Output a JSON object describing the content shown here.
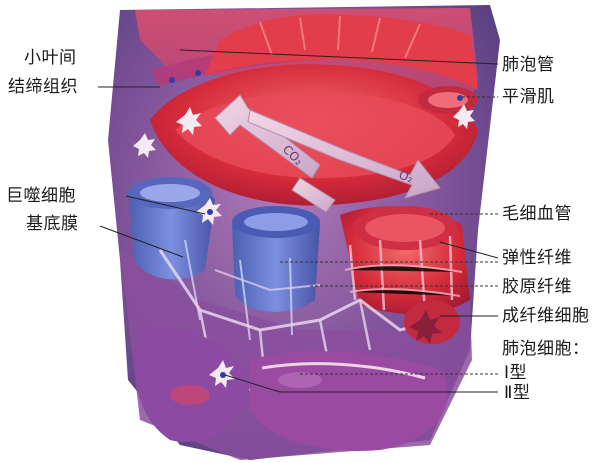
{
  "labels": {
    "interlobular_ct_line1": "小叶间",
    "interlobular_ct_line2": "结缔组织",
    "macrophage": "巨噬细胞",
    "basement_membrane": "基底膜",
    "alveolar_duct": "肺泡管",
    "smooth_muscle": "平滑肌",
    "capillary": "毛细血管",
    "elastic_fiber": "弹性纤维",
    "collagen_fiber": "胶原纤维",
    "fibroblast": "成纤维细胞",
    "alveolar_cell": "肺泡细胞：",
    "type_1": "Ⅰ型",
    "type_2": "Ⅱ型"
  },
  "arrow_text": {
    "co2": "CO₂",
    "o2": "O₂"
  }
}
